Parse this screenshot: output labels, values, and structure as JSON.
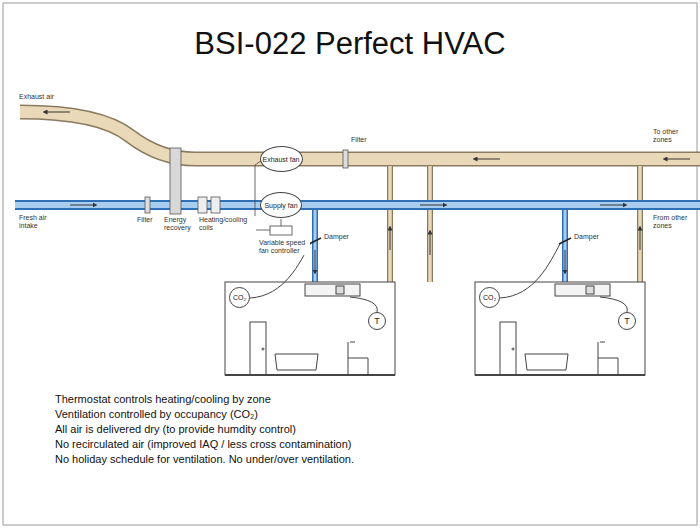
{
  "diagram": {
    "title": "BSI-022 Perfect HVAC",
    "nodes": [
      {
        "text": [
          "Exhaust fan"
        ]
      },
      {
        "text": [
          "Supply fan"
        ]
      },
      {
        "text": [
          "CO₂"
        ]
      },
      {
        "text": [
          "T"
        ]
      },
      {
        "text": [
          "CO₂"
        ]
      },
      {
        "text": [
          "T"
        ]
      }
    ],
    "labels": [
      "Exhaust air",
      "Fresh air intake",
      "Filter",
      "Energy recovery",
      "Heating/cooling coils",
      "Filter",
      "Variable speed fan controller",
      "To other zones",
      "From other zones",
      "Damper",
      "Damper",
      "Thermostat controls heating/cooling by zone",
      "Ventilation controlled by occupancy (CO₂)",
      "All air is delivered dry (to provide humdity control)",
      "No recirculated air (improved IAQ / less cross contamination)",
      "No holiday schedule for ventilation. No under/over ventilation."
    ]
  }
}
